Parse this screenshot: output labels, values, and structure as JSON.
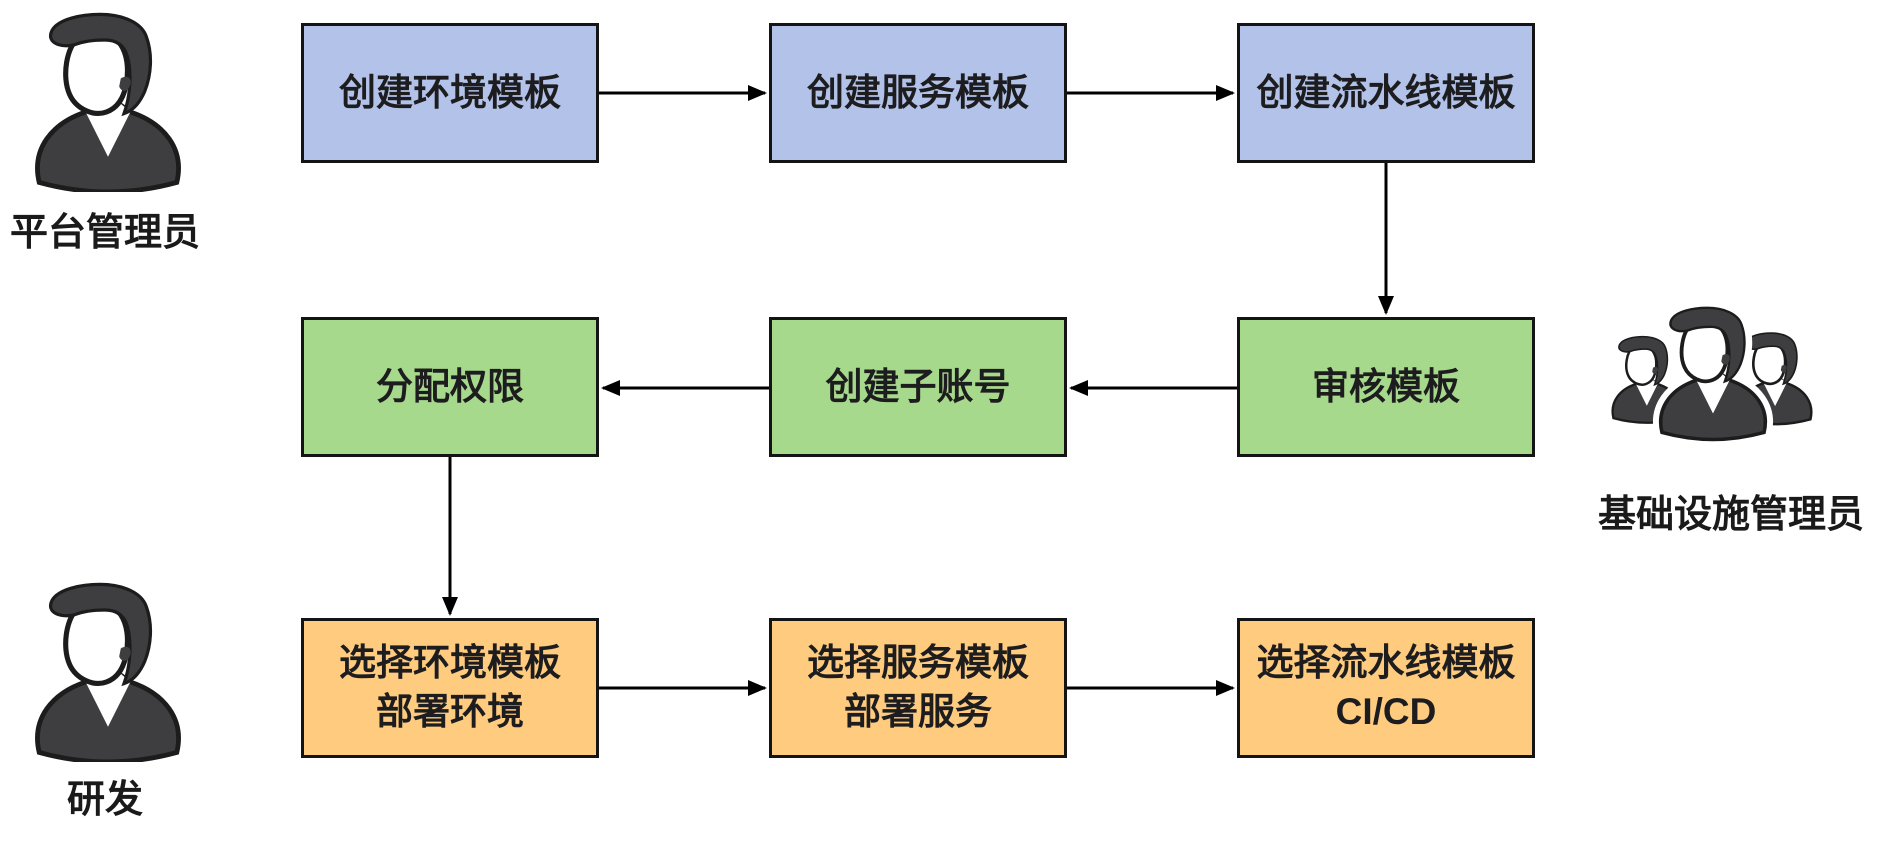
{
  "diagram_title": "",
  "actors": {
    "platform_admin": {
      "label": "平台管理员",
      "icon": "person-icon"
    },
    "infra_admin": {
      "label": "基础设施管理员",
      "icon": "people-group-icon"
    },
    "developer": {
      "label": "研发",
      "icon": "person-icon"
    }
  },
  "nodes": {
    "create_env_template": {
      "text": "创建环境模板",
      "stage": "template"
    },
    "create_service_template": {
      "text": "创建服务模板",
      "stage": "template"
    },
    "create_pipeline_template": {
      "text": "创建流水线模板",
      "stage": "template"
    },
    "assign_permissions": {
      "text": "分配权限",
      "stage": "admin"
    },
    "create_subaccount": {
      "text": "创建子账号",
      "stage": "admin"
    },
    "review_template": {
      "text": "审核模板",
      "stage": "admin"
    },
    "select_env_template": {
      "text": "选择环境模板\n部署环境",
      "stage": "deploy"
    },
    "select_service_template": {
      "text": "选择服务模板\n部署服务",
      "stage": "deploy"
    },
    "select_pipeline_template": {
      "text": "选择流水线模板\nCI/CD",
      "stage": "deploy"
    }
  },
  "edges": [
    {
      "from": "create_env_template",
      "to": "create_service_template"
    },
    {
      "from": "create_service_template",
      "to": "create_pipeline_template"
    },
    {
      "from": "create_pipeline_template",
      "to": "review_template"
    },
    {
      "from": "review_template",
      "to": "create_subaccount"
    },
    {
      "from": "create_subaccount",
      "to": "assign_permissions"
    },
    {
      "from": "assign_permissions",
      "to": "select_env_template"
    },
    {
      "from": "select_env_template",
      "to": "select_service_template"
    },
    {
      "from": "select_service_template",
      "to": "select_pipeline_template"
    }
  ],
  "colors": {
    "template_stage": "#b2c2e9",
    "admin_stage": "#a7d98c",
    "deploy_stage": "#fecb7f",
    "border": "#141414",
    "arrow": "#000000",
    "icon_fill": "#3e3e40"
  }
}
